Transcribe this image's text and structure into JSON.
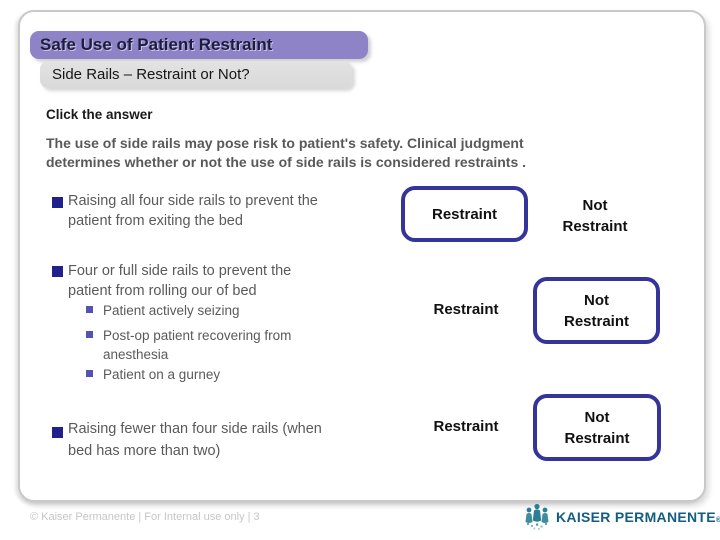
{
  "title": "Safe Use of Patient Restraint",
  "subtitle": "Side Rails – Restraint or Not?",
  "instruction": "Click the answer",
  "intro": "The use of side rails may pose risk to patient's safety. Clinical judgment\ndetermines whether or not the use of side rails is considered restraints .",
  "options": {
    "restraint": "Restraint",
    "not_restraint": "Not\nRestraint"
  },
  "questions": [
    {
      "text": "Raising all four side rails to prevent the\npatient from exiting the bed",
      "boxed_answer": "Restraint"
    },
    {
      "text": "Four or full side rails to prevent the\npatient from rolling our of bed",
      "sub_bullets": [
        "Patient actively seizing",
        "Post-op patient recovering from\nanesthesia",
        "Patient on a gurney"
      ],
      "boxed_answer": "Not Restraint"
    },
    {
      "text": "Raising fewer than four side rails (when\nbed has more than two)",
      "boxed_answer": "Not Restraint"
    }
  ],
  "footer": {
    "text": "© Kaiser Permanente | For Internal use only | 3"
  },
  "logo": {
    "wordmark": "KAISER PERMANENTE",
    "registered": "®"
  },
  "colors": {
    "purple": "#8d83c6",
    "title-text": "#1c1c3f",
    "subtitle-bg": "#d9d9d9",
    "frame-border": "#c9c9c9",
    "instruction": "#1a1a1a",
    "body-gray": "#595959",
    "bullet-navy": "#21218c",
    "sub-bullet": "#5454b0",
    "box-border": "#34349b",
    "answer-text": "#111111",
    "footer-gray": "#c6c6c6",
    "logo-teal": "#2a7f95",
    "logo-blue": "#135d83"
  }
}
